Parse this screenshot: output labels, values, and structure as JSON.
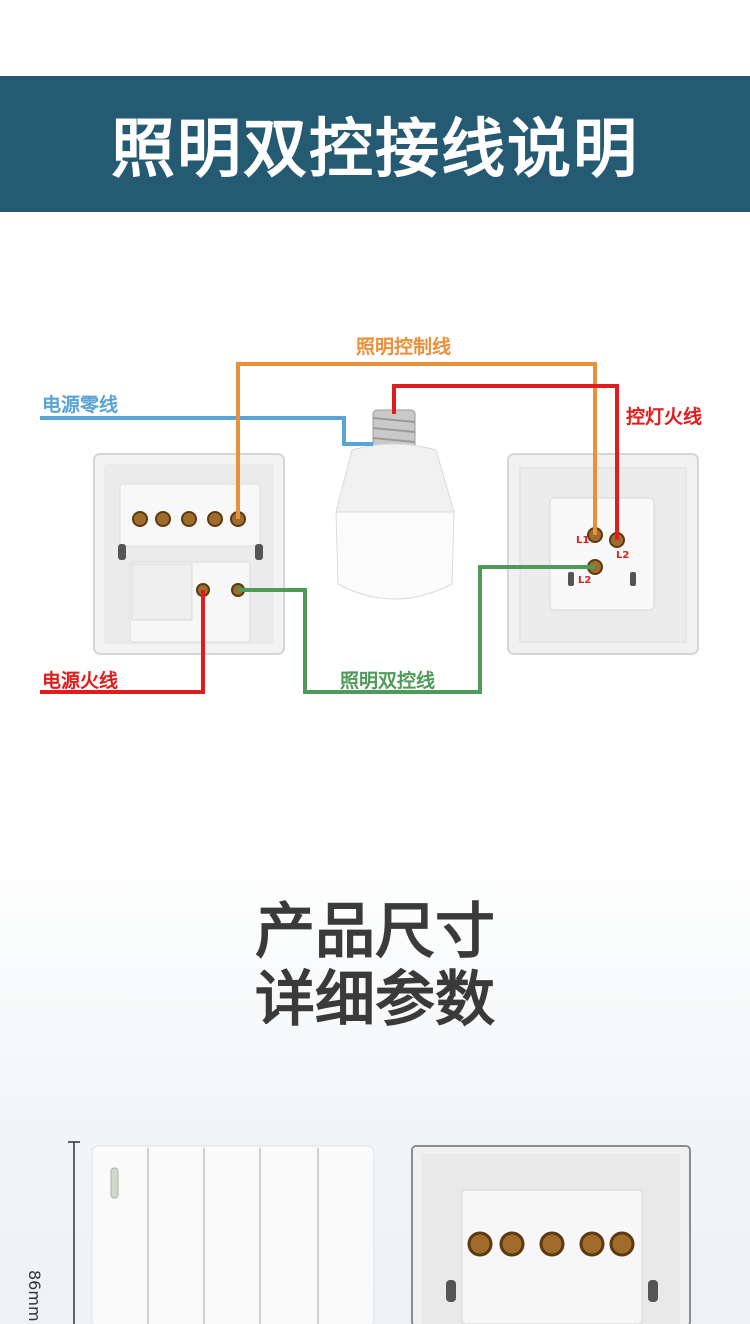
{
  "header": {
    "title": "照明双控接线说明"
  },
  "wiring": {
    "lighting_control_wire": "照明控制线",
    "neutral_wire": "电源零线",
    "control_live_wire": "控灯火线",
    "power_live_wire": "电源火线",
    "dual_control_wire": "照明双控线",
    "terminal_l1": "L1",
    "terminal_l2": "L2",
    "terminal_l2b": "L2"
  },
  "colors": {
    "banner": "#245a72",
    "orange_wire": "#e8913a",
    "blue_wire": "#5aa3d6",
    "red_wire": "#e21c1c",
    "green_wire": "#4f9a58"
  },
  "specs": {
    "heading_line1": "产品尺寸",
    "heading_line2": "详细参数",
    "height_label": "86mm"
  }
}
